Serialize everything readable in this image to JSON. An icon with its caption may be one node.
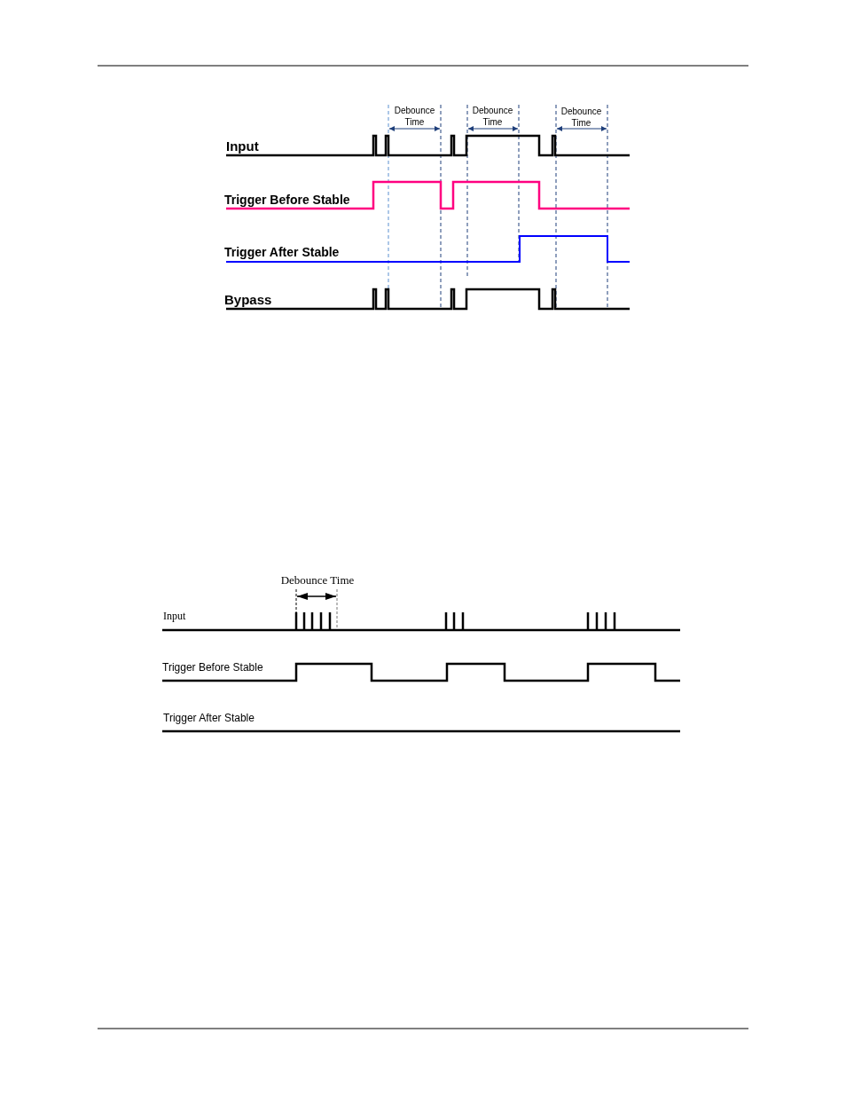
{
  "diagram": {
    "labels": [
      "Debounce Time",
      "Debounce Time",
      "Debounce Time",
      "Input",
      "Trigger Before Stable",
      "Trigger After Stable",
      "Bypass",
      "Debounce Time",
      "Input",
      "Trigger Before Stable",
      "Trigger After Stable"
    ]
  }
}
